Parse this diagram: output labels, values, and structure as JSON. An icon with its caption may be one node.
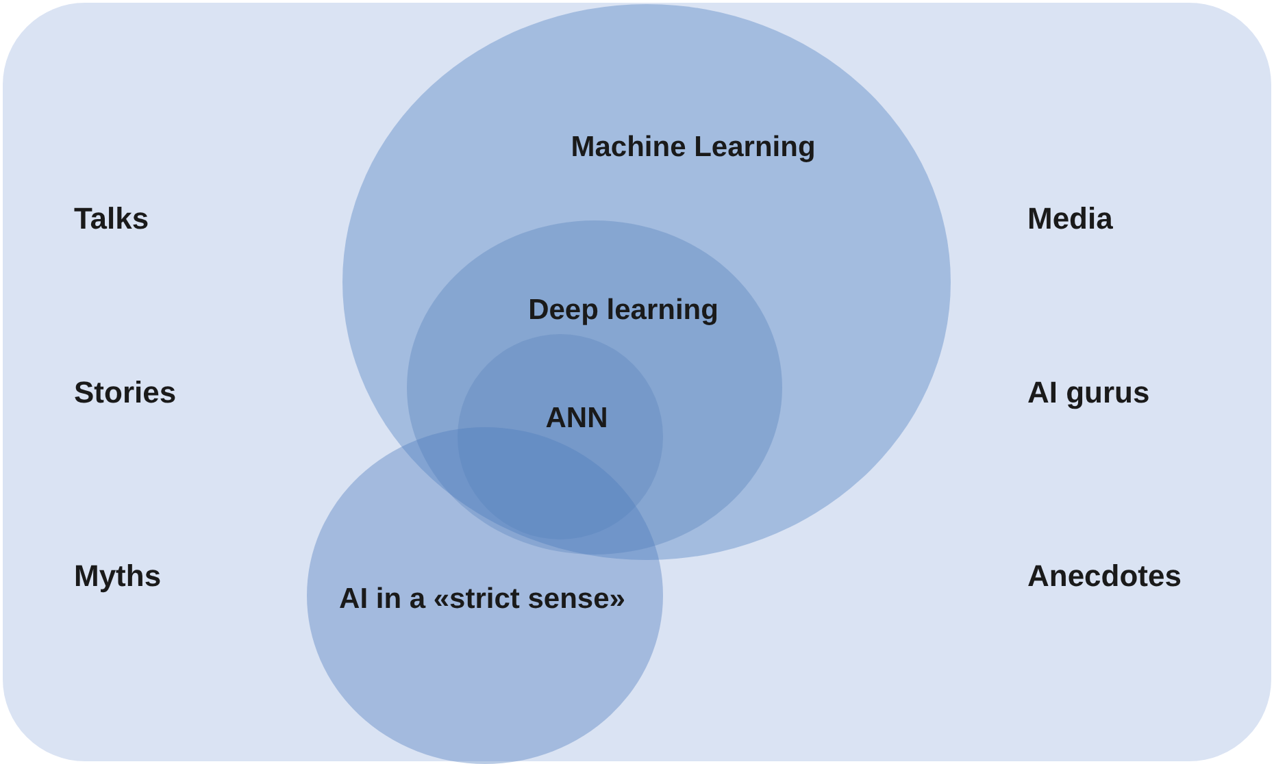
{
  "diagram": {
    "nodes": [
      {
        "text": [
          "Machine Learning"
        ]
      },
      {
        "text": [
          "Deep learning"
        ],
        "in": 0
      },
      {
        "text": [
          "ANN"
        ],
        "in": 1
      },
      {
        "text": [
          "AI in a «strict sense»"
        ]
      }
    ],
    "labels": [
      "Talks",
      "Media",
      "Stories",
      "AI gurus",
      "Myths",
      "Anecdotes"
    ]
  }
}
